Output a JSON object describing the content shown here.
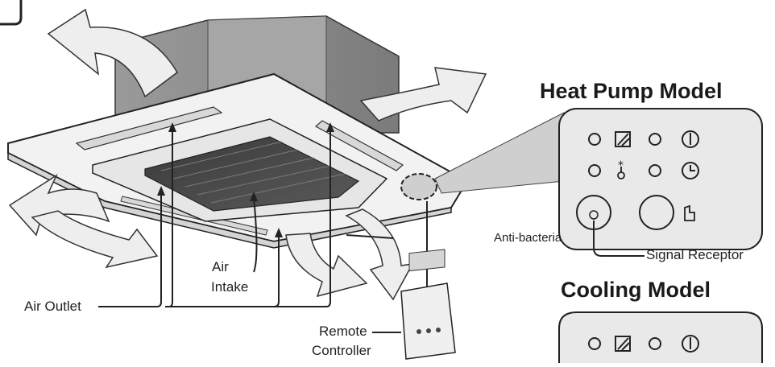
{
  "heat_pump_panel": {
    "title": "Heat Pump Model",
    "labels": {
      "anti_bacteria": "Anti-bacteria",
      "signal_receptor": "Signal Receptor"
    },
    "icons": [
      "defrost-icon",
      "power-icon",
      "thermometer-icon",
      "timer-icon",
      "manual-hand-icon"
    ]
  },
  "cooling_panel": {
    "title": "Cooling Model",
    "icons": [
      "defrost-icon",
      "power-icon"
    ]
  },
  "unit_labels": {
    "air_outlet": "Air Outlet",
    "air_intake_line1": "Air",
    "air_intake_line2": "Intake",
    "remote_line1": "Remote",
    "remote_line2": "Controller"
  },
  "colors": {
    "line": "#222222",
    "arrow_fill": "#e6e6e6",
    "panel_fill": "#e9e9e9",
    "housing": "#8f8f8f"
  }
}
